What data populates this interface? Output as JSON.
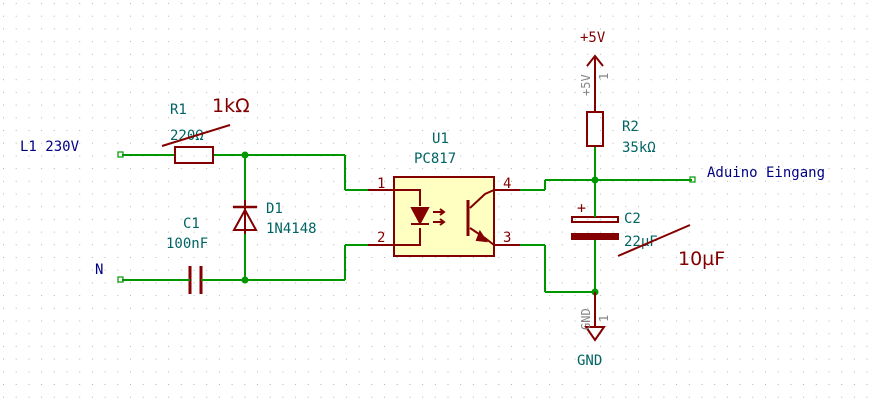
{
  "nets": {
    "l1": "L1 230V",
    "n": "N",
    "vcc": "+5V",
    "vcc_pin": "+5V",
    "vcc_pin_num": "1",
    "gnd": "GND",
    "gnd_pin": "GND",
    "gnd_pin_num": "1",
    "arduino": "Aduino Eingang"
  },
  "components": {
    "r1": {
      "ref": "R1",
      "value": "220Ω",
      "correction": "1kΩ"
    },
    "r2": {
      "ref": "R2",
      "value": "35kΩ"
    },
    "c1": {
      "ref": "C1",
      "value": "100nF"
    },
    "c2": {
      "ref": "C2",
      "value": "22µF",
      "correction": "10µF",
      "polarity": "+"
    },
    "d1": {
      "ref": "D1",
      "value": "1N4148"
    },
    "u1": {
      "ref": "U1",
      "value": "PC817",
      "pins": [
        "1",
        "2",
        "3",
        "4"
      ]
    }
  },
  "colors": {
    "wire": "#009600",
    "symbol": "#840000",
    "symbol_fill": "#ffffc2",
    "label": "#006464",
    "net_label": "#000084",
    "power": "#840000",
    "pin_name": "#848484",
    "annotation": "#840000",
    "grid": "#b4b4b4"
  }
}
